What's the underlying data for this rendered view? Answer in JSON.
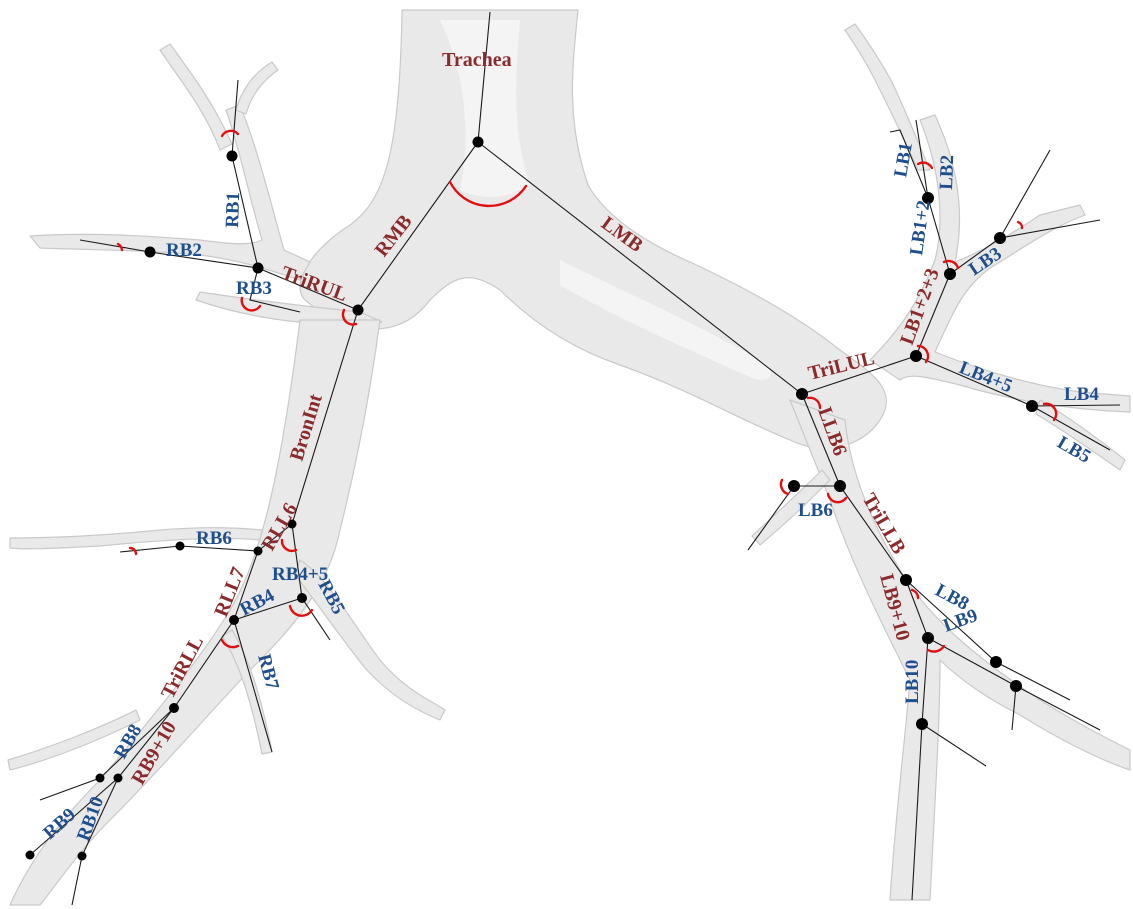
{
  "labels": {
    "Trachea": "Trachea",
    "RMB": "RMB",
    "LMB": "LMB",
    "TriRUL": "TriRUL",
    "BronInt": "BronInt",
    "RLL6": "RLL6",
    "RLL7": "RLL7",
    "TriRLL": "TriRLL",
    "RB9_10": "RB9+10",
    "TriLUL": "TriLUL",
    "LB1_2_3": "LB1+2+3",
    "LLB6": "LLB6",
    "TriLLB": "TriLLB",
    "LB9_10": "LB9+10",
    "RB1": "RB1",
    "RB2": "RB2",
    "RB3": "RB3",
    "RB6": "RB6",
    "RB4_5": "RB4+5",
    "RB4": "RB4",
    "RB5": "RB5",
    "RB7": "RB7",
    "RB8": "RB8",
    "RB9": "RB9",
    "RB10": "RB10",
    "LB1": "LB1",
    "LB2": "LB2",
    "LB1_2": "LB1+2",
    "LB3": "LB3",
    "LB4_5": "LB4+5",
    "LB4": "LB4",
    "LB5": "LB5",
    "LB6": "LB6",
    "LB8": "LB8",
    "LB9": "LB9",
    "LB10": "LB10"
  },
  "colors": {
    "segment_label": "#1f4e8c",
    "trunk_label": "#8b2a2a",
    "angle_arc": "#e01010",
    "node": "#000000",
    "airway": "#e9e9e9"
  }
}
